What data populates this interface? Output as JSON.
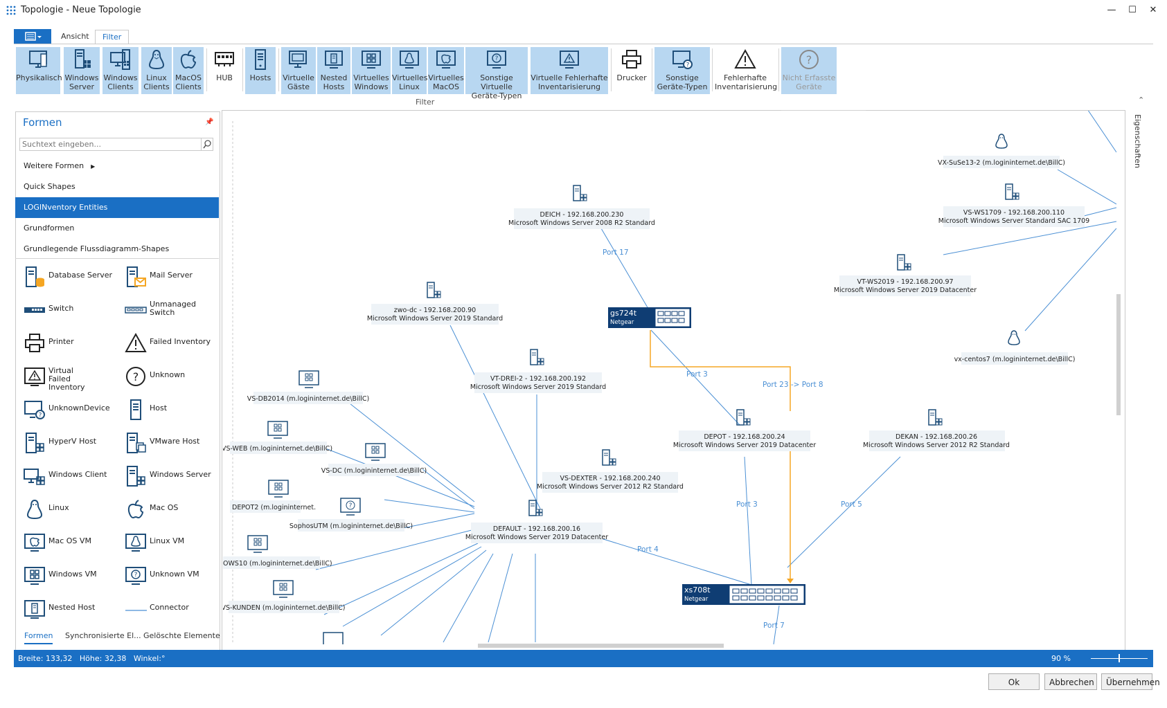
{
  "window": {
    "title": "Topologie - Neue Topologie",
    "minimize": "—",
    "maximize": "☐",
    "close": "✕"
  },
  "ribbon": {
    "tabs": [
      "Ansicht",
      "Filter"
    ],
    "active_tab": "Filter",
    "group_label": "Filter",
    "buttons": [
      {
        "label": "Physikalisch",
        "icon": "monitor-icon",
        "selected": true
      },
      {
        "label": "Windows Server",
        "icon": "windows-server-icon",
        "selected": true
      },
      {
        "label": "Windows Clients",
        "icon": "windows-client-icon",
        "selected": true
      },
      {
        "label": "Linux Clients",
        "icon": "linux-icon",
        "selected": true
      },
      {
        "label": "MacOS Clients",
        "icon": "apple-icon",
        "selected": true
      },
      {
        "label": "HUB",
        "icon": "hub-icon",
        "selected": false
      },
      {
        "label": "Hosts",
        "icon": "host-icon",
        "selected": true
      },
      {
        "label": "Virtuelle Gäste",
        "icon": "virtual-guest-icon",
        "selected": true
      },
      {
        "label": "Nested Hosts",
        "icon": "nested-host-icon",
        "selected": true
      },
      {
        "label": "Virtuelles Windows",
        "icon": "windows-vm-icon",
        "selected": true
      },
      {
        "label": "Virtuelles Linux",
        "icon": "linux-vm-icon",
        "selected": true
      },
      {
        "label": "Virtuelles MacOS",
        "icon": "mac-vm-icon",
        "selected": true
      },
      {
        "label": "Sonstige Virtuelle Geräte-Typen",
        "icon": "unknown-vm-icon",
        "selected": true
      },
      {
        "label": "Virtuelle Fehlerhafte Inventarisierung",
        "icon": "virtual-failed-icon",
        "selected": true
      },
      {
        "label": "Drucker",
        "icon": "printer-icon",
        "selected": false
      },
      {
        "label": "Sonstige Geräte-Typen",
        "icon": "unknown-device-icon",
        "selected": true
      },
      {
        "label": "Fehlerhafte Inventarisierung",
        "icon": "failed-icon",
        "selected": false
      },
      {
        "label": "Nicht Erfasste Geräte",
        "icon": "unknown-icon",
        "selected": true,
        "disabled": true
      }
    ]
  },
  "panel": {
    "title": "Formen",
    "search_placeholder": "Suchtext eingeben...",
    "categories": [
      "Weitere Formen",
      "Quick Shapes",
      "LOGINventory Entities",
      "Grundformen",
      "Grundlegende Flussdiagramm-Shapes"
    ],
    "selected_category": "LOGINventory Entities",
    "shapes": [
      {
        "label": "Database Server",
        "icon": "database-server-icon"
      },
      {
        "label": "Mail Server",
        "icon": "mail-server-icon"
      },
      {
        "label": "Switch",
        "icon": "switch-icon"
      },
      {
        "label": "Unmanaged Switch",
        "icon": "unmanaged-switch-icon"
      },
      {
        "label": "Printer",
        "icon": "printer-icon"
      },
      {
        "label": "Failed Inventory",
        "icon": "failed-inventory-icon"
      },
      {
        "label": "Virtual Failed Inventory",
        "icon": "virtual-failed-inventory-icon"
      },
      {
        "label": "Unknown",
        "icon": "unknown-icon"
      },
      {
        "label": "UnknownDevice",
        "icon": "unknown-device-icon"
      },
      {
        "label": "Host",
        "icon": "host-icon"
      },
      {
        "label": "HyperV Host",
        "icon": "hyperv-host-icon"
      },
      {
        "label": "VMware Host",
        "icon": "vmware-host-icon"
      },
      {
        "label": "Windows Client",
        "icon": "windows-client-icon"
      },
      {
        "label": "Windows Server",
        "icon": "windows-server-icon"
      },
      {
        "label": "Linux",
        "icon": "linux-icon"
      },
      {
        "label": "Mac OS",
        "icon": "apple-icon"
      },
      {
        "label": "Mac OS VM",
        "icon": "mac-vm-icon"
      },
      {
        "label": "Linux VM",
        "icon": "linux-vm-icon"
      },
      {
        "label": "Windows VM",
        "icon": "windows-vm-icon"
      },
      {
        "label": "Unknown VM",
        "icon": "unknown-vm-icon"
      },
      {
        "label": "Nested Host",
        "icon": "nested-host-icon"
      },
      {
        "label": "Connector",
        "icon": "connector-icon"
      }
    ],
    "bottom_tabs": [
      "Formen",
      "Synchronisierte El...",
      "Gelöschte Elemente"
    ]
  },
  "canvas": {
    "nodes": [
      {
        "id": "deich",
        "line1": "DEICH - 192.168.200.230",
        "line2": "Microsoft Windows Server 2008 R2 Standard",
        "icon": "windows-server-icon"
      },
      {
        "id": "zwodc",
        "line1": "zwo-dc - 192.168.200.90",
        "line2": "Microsoft Windows Server 2019 Standard",
        "icon": "windows-server-icon"
      },
      {
        "id": "vtdrei",
        "line1": "VT-DREI-2 - 192.168.200.192",
        "line2": "Microsoft Windows Server 2019 Standard",
        "icon": "windows-server-icon"
      },
      {
        "id": "vsdb",
        "line1": "VS-DB2014 (m.logininternet.de\\BillC)",
        "icon": "windows-vm-icon"
      },
      {
        "id": "vsweb",
        "line1": "VS-WEB (m.logininternet.de\\BillC)",
        "icon": "windows-vm-icon"
      },
      {
        "id": "vsdc",
        "line1": "VS-DC (m.logininternet.de\\BillC)",
        "icon": "windows-vm-icon"
      },
      {
        "id": "depot2",
        "line1": "DEPOT2 (m.logininternet.",
        "icon": "windows-vm-icon"
      },
      {
        "id": "sophos",
        "line1": "SophosUTM (m.logininternet.de\\BillC)",
        "icon": "unknown-vm-icon"
      },
      {
        "id": "ows10",
        "line1": "OWS10 (m.logininternet.de\\BillC)",
        "icon": "windows-vm-icon"
      },
      {
        "id": "vskunden",
        "line1": "VS-KUNDEN (m.logininternet.de\\BillC)",
        "icon": "windows-vm-icon"
      },
      {
        "id": "vsdexter",
        "line1": "VS-DEXTER - 192.168.200.240",
        "line2": "Microsoft Windows Server 2012 R2 Standard",
        "icon": "windows-server-icon"
      },
      {
        "id": "default",
        "line1": "DEFAULT - 192.168.200.16",
        "line2": "Microsoft Windows Server 2019 Datacenter",
        "icon": "windows-server-icon"
      },
      {
        "id": "depot",
        "line1": "DEPOT - 192.168.200.24",
        "line2": "Microsoft Windows Server 2019 Datacenter",
        "icon": "windows-server-icon"
      },
      {
        "id": "dekan",
        "line1": "DEKAN - 192.168.200.26",
        "line2": "Microsoft Windows Server 2012 R2 Standard",
        "icon": "windows-server-icon"
      },
      {
        "id": "vxsuse",
        "line1": "VX-SuSe13-2 (m.logininternet.de\\BillC)",
        "icon": "linux-icon"
      },
      {
        "id": "vsws1709",
        "line1": "VS-WS1709 - 192.168.200.110",
        "line2": "Microsoft Windows Server Standard SAC 1709",
        "icon": "windows-server-icon"
      },
      {
        "id": "vtws2019",
        "line1": "VT-WS2019 - 192.168.200.97",
        "line2": "Microsoft Windows Server 2019 Datacenter",
        "icon": "windows-server-icon"
      },
      {
        "id": "vxcentos",
        "line1": "vx-centos7 (m.logininternet.de\\BillC)",
        "icon": "linux-icon"
      }
    ],
    "switches": [
      {
        "id": "gs724t",
        "name": "gs724t",
        "vendor": "Netgear",
        "icon": "switch-icon"
      },
      {
        "id": "xs708t",
        "name": "xs708t",
        "vendor": "Netgear",
        "icon": "switch-icon"
      }
    ],
    "port_labels": [
      "Port 17",
      "Port 3",
      "Port 23 -> Port 8",
      "Port 3",
      "Port 5",
      "Port 4",
      "Port 7"
    ],
    "colors": {
      "link": "#4a8fd4",
      "uplink": "#f5a623",
      "switch": "#0f3d73"
    }
  },
  "properties_label": "Eigenschaften",
  "status": {
    "text": "Breite: 133,32   Höhe: 32,38   Winkel:°",
    "zoom": "90 %"
  },
  "dialog": {
    "ok": "Ok",
    "cancel": "Abbrechen",
    "apply": "Übernehmen"
  }
}
